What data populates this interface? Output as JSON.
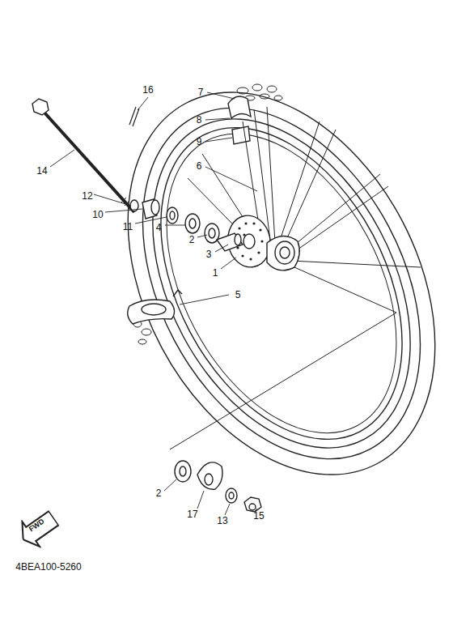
{
  "diagram": {
    "nodes": [
      {
        "text": [
          "FWD"
        ]
      }
    ],
    "labels": [
      "16",
      "7",
      "8",
      "9",
      "6",
      "14",
      "12",
      "10",
      "11",
      "4",
      "2",
      "3",
      "1",
      "5",
      "2",
      "17",
      "13",
      "15",
      "4BEA100-5260"
    ]
  }
}
